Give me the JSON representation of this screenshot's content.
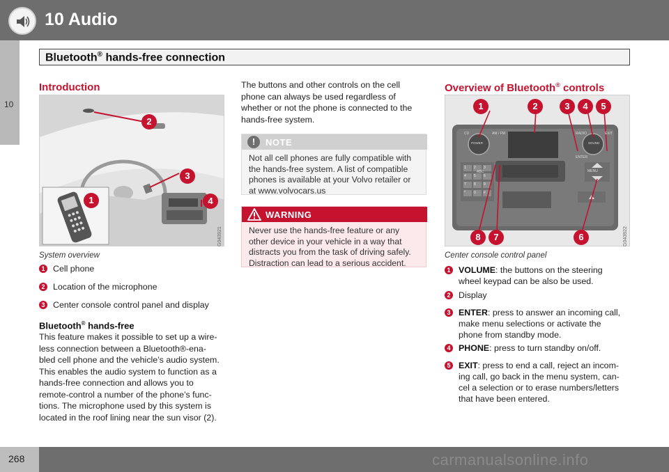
{
  "header": {
    "chapter_title": "10 Audio",
    "subtitle_main": "Bluetooth",
    "subtitle_reg": "®",
    "subtitle_rest": " hands-free connection",
    "side_tab_number": "10",
    "page_number": "268",
    "watermark": "carmanualsonline.info"
  },
  "left_column": {
    "heading": "Introduction",
    "figure_code": "G043921",
    "caption": "System overview",
    "callouts": [
      "1",
      "2",
      "3",
      "4"
    ],
    "items": [
      {
        "num": "1",
        "text": "Cell phone"
      },
      {
        "num": "2",
        "text": "Location of the microphone"
      },
      {
        "num": "3",
        "text": "Center console control panel and display"
      }
    ],
    "subheading_main": "Bluetooth",
    "subheading_reg": "®",
    "subheading_rest": " hands-free",
    "para_lines": [
      "This feature makes it possible to set up a wire-",
      "less connection between a Bluetooth®-ena-",
      "bled cell phone and the vehicle’s audio system.",
      "This enables the audio system to function as a",
      "hands-free connection and allows you to",
      "remote-control a number of the phone’s func-",
      "tions. The microphone used by this system is",
      "located in the roof lining near the sun visor (2)."
    ]
  },
  "middle_column": {
    "intro_lines": [
      "The buttons and other controls on the cell",
      "phone can always be used regardless of",
      "whether or not the phone is connected to the",
      "hands-free system."
    ],
    "note": {
      "label": "NOTE",
      "icon": "!",
      "lines": [
        "Not all cell phones are fully compatible with",
        "the hands-free system. A list of compatible",
        "phones is available at your Volvo retailer or",
        "at www.volvocars.us"
      ]
    },
    "warning": {
      "label": "WARNING",
      "lines": [
        "Never use the hands-free feature or any",
        "other device in your vehicle in a way that",
        "distracts you from the task of driving safely.",
        "Distraction can lead to a serious accident."
      ]
    }
  },
  "right_column": {
    "heading_main": "Overview of Bluetooth",
    "heading_reg": "®",
    "heading_rest": " controls",
    "figure_code": "G043922",
    "caption": "Center console control panel",
    "callouts": [
      "1",
      "2",
      "3",
      "4",
      "5",
      "8",
      "7",
      "6"
    ],
    "panel_labels": {
      "cd": "CD",
      "am_fm": "AM / FM",
      "power": "POWER",
      "radio": "RADIO",
      "exit": "EXIT",
      "sound": "SOUND",
      "enter": "ENTER",
      "menu": "MENU",
      "abc": "ABC",
      "keys": [
        "1",
        "2",
        "3",
        "4",
        "5",
        "6",
        "7",
        "8",
        "9",
        "*",
        "0",
        "#"
      ]
    },
    "items": [
      {
        "num": "1",
        "bold": "VOLUME",
        "lines": [
          ": the buttons on the steering",
          "wheel keypad can be also be used."
        ]
      },
      {
        "num": "2",
        "bold": "",
        "lines": [
          "Display"
        ]
      },
      {
        "num": "3",
        "bold": "ENTER",
        "lines": [
          ": press to answer an incoming call,",
          "make menu selections or activate the",
          "phone from standby mode."
        ]
      },
      {
        "num": "4",
        "bold": "PHONE",
        "lines": [
          ": press to turn standby on/off."
        ]
      },
      {
        "num": "5",
        "bold": "EXIT",
        "lines": [
          ": press to end a call, reject an incom-",
          "ing call, go back in the menu system, can-",
          "cel a selection or to erase numbers/letters",
          "that have been entered."
        ]
      }
    ]
  },
  "colors": {
    "accent_red": "#c4122f",
    "header_gray": "#6e6e6e",
    "note_gray": "#d0d0d0",
    "warning_bg": "#fbe9ec"
  }
}
